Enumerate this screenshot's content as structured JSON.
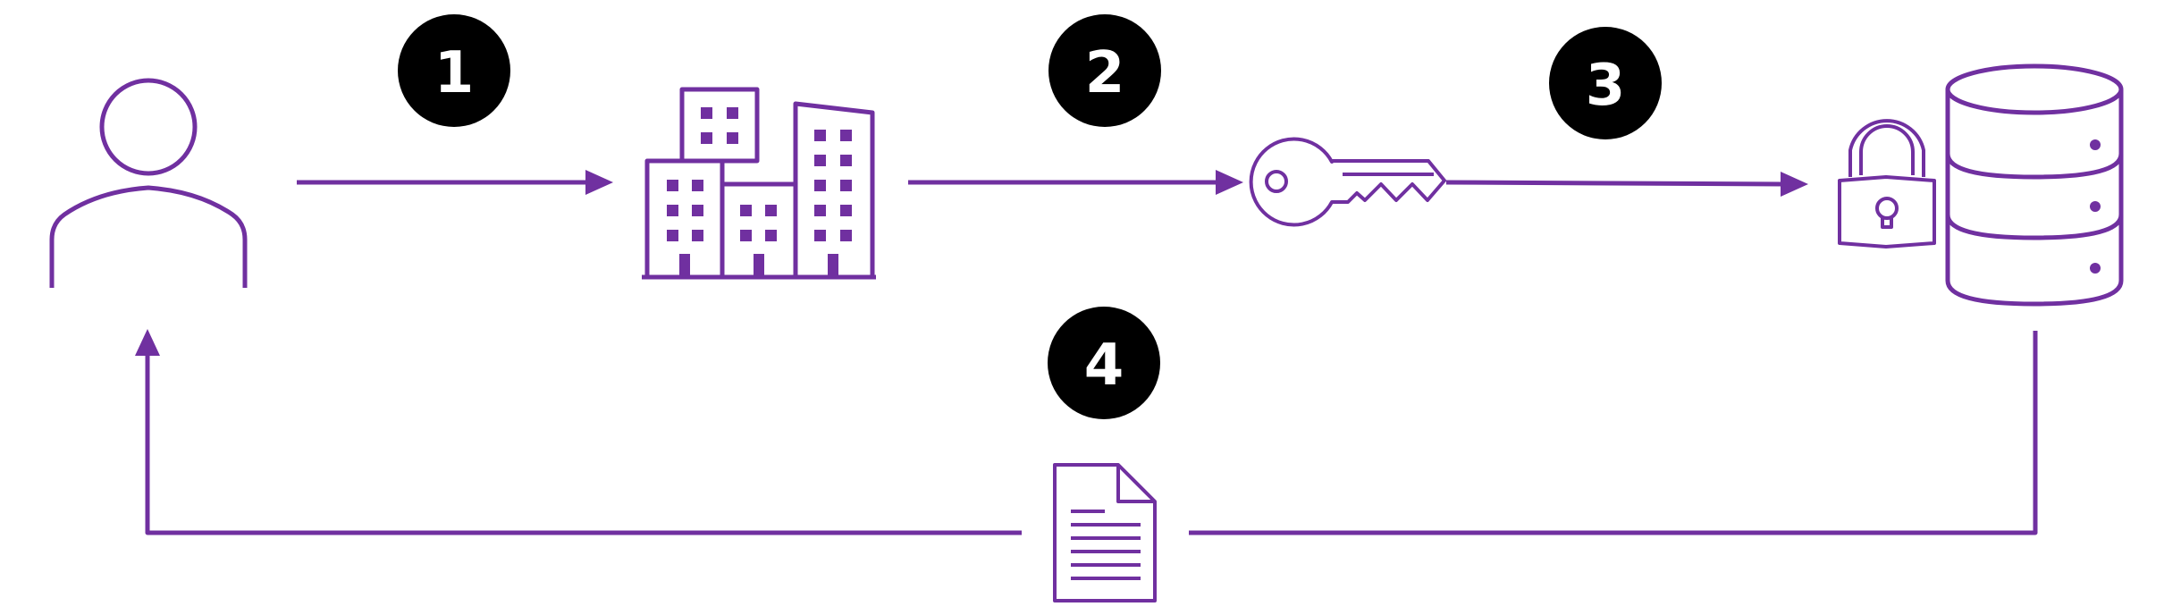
{
  "colors": {
    "accent": "#7030a0",
    "badge": "#000000",
    "badge_text": "#ffffff",
    "background": "#ffffff"
  },
  "steps": [
    {
      "label": "1"
    },
    {
      "label": "2"
    },
    {
      "label": "3"
    },
    {
      "label": "4"
    }
  ],
  "icons": {
    "user": "person-icon",
    "building": "building-icon",
    "key": "key-icon",
    "lock": "padlock-icon",
    "database": "database-icon",
    "document": "document-icon"
  }
}
